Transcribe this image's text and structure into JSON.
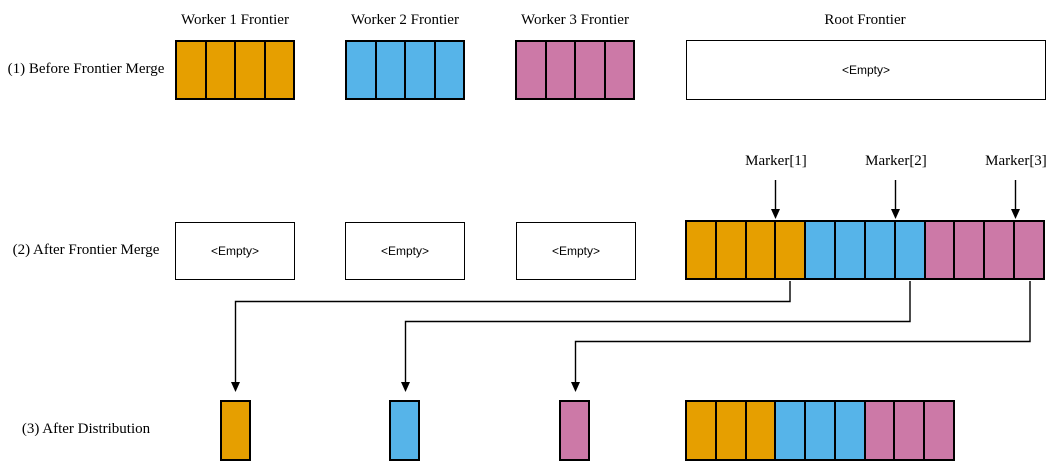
{
  "diagram": {
    "row_labels": [
      "(1) Before Frontier Merge",
      "(2) After Frontier Merge",
      "(3) After Distribution"
    ],
    "column_titles": {
      "worker1": "Worker 1 Frontier",
      "worker2": "Worker 2 Frontier",
      "worker3": "Worker 3 Frontier",
      "root": "Root Frontier"
    },
    "empty_text": "<Empty>",
    "markers": [
      "Marker[1]",
      "Marker[2]",
      "Marker[3]"
    ],
    "colors": {
      "worker1": "#E69F00",
      "worker2": "#56B4E9",
      "worker3": "#CC79A7",
      "stroke": "#000000",
      "background": "#FFFFFF"
    },
    "boxes": {
      "row1_worker1": {
        "segments": [
          [
            "worker1",
            4
          ]
        ]
      },
      "row1_worker2": {
        "segments": [
          [
            "worker2",
            4
          ]
        ]
      },
      "row1_worker3": {
        "segments": [
          [
            "worker3",
            4
          ]
        ]
      },
      "row2_root": {
        "segments": [
          [
            "worker1",
            4
          ],
          [
            "worker2",
            4
          ],
          [
            "worker3",
            4
          ]
        ]
      },
      "row3_worker1": {
        "segments": [
          [
            "worker1",
            1
          ]
        ]
      },
      "row3_worker2": {
        "segments": [
          [
            "worker2",
            1
          ]
        ]
      },
      "row3_worker3": {
        "segments": [
          [
            "worker3",
            1
          ]
        ]
      },
      "row3_root": {
        "segments": [
          [
            "worker1",
            3
          ],
          [
            "worker2",
            3
          ],
          [
            "worker3",
            3
          ]
        ]
      }
    }
  }
}
